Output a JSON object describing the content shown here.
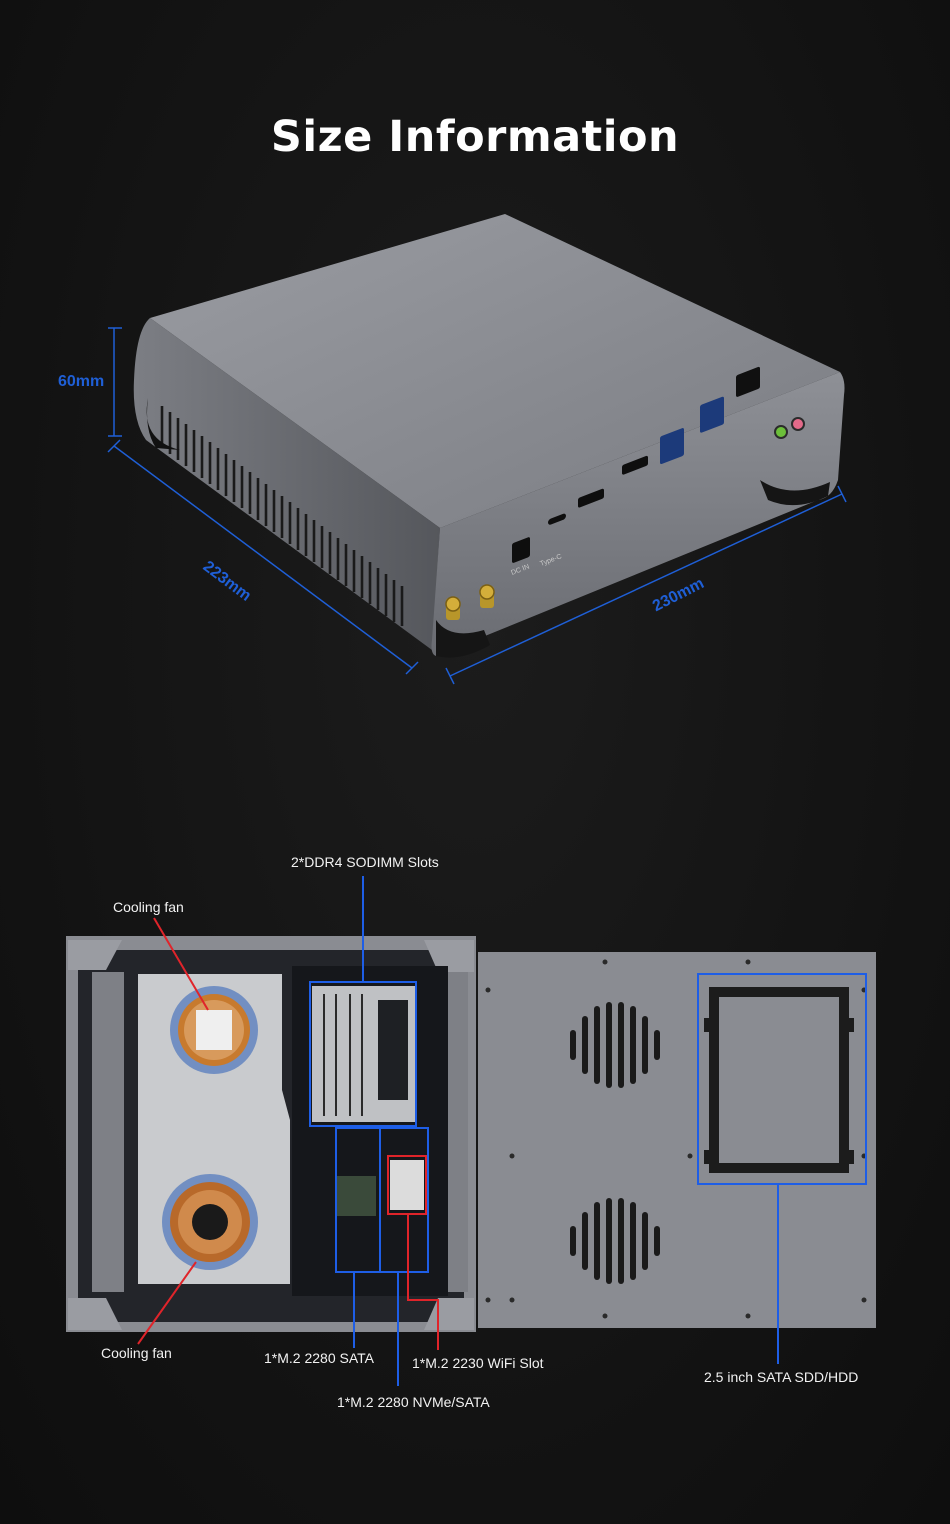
{
  "title": "Size Information",
  "dimensions": {
    "height": "60mm",
    "depth": "223mm",
    "width": "230mm"
  },
  "ports": {
    "dc_in": "DC IN",
    "type_c": "Type-C"
  },
  "callouts": {
    "ddr4": "2*DDR4 SODIMM Slots",
    "fan_top": "Cooling fan",
    "fan_bottom": "Cooling fan",
    "m2_sata": "1*M.2 2280 SATA",
    "m2_wifi": "1*M.2 2230 WiFi Slot",
    "m2_nvme": "1*M.2 2280 NVMe/SATA",
    "hdd": "2.5 inch SATA SDD/HDD"
  },
  "colors": {
    "background": "#141414",
    "dimension_blue": "#1f5fd6",
    "callout_blue": "#1e5ee6",
    "callout_red": "#e0242a",
    "chassis_gray": "#8e9096"
  }
}
